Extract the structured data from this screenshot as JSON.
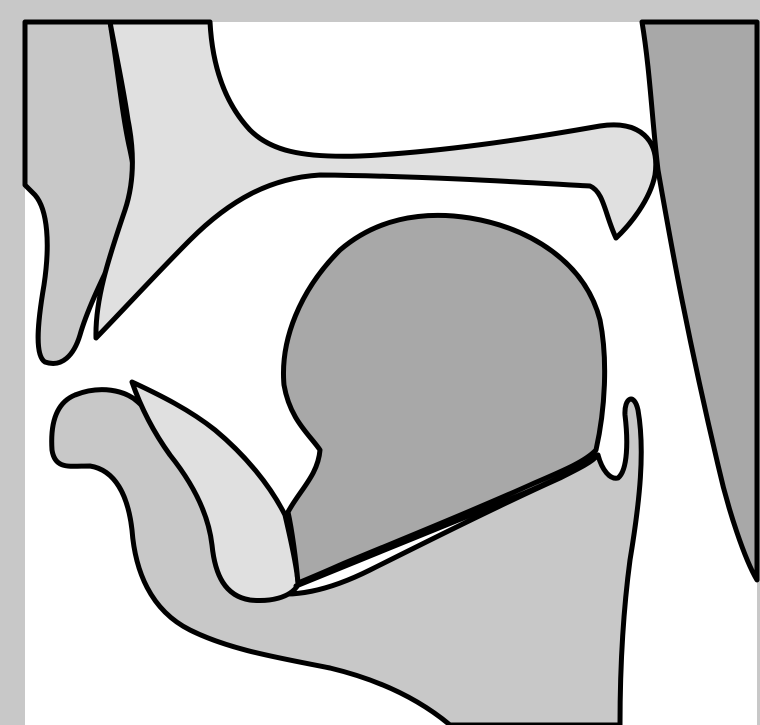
{
  "colors": {
    "frame": "#c8c8c8",
    "background": "#ffffff",
    "light_tissue": "#e0e0e0",
    "mid_tissue": "#c8c8c8",
    "dark_tissue": "#a8a8a8",
    "outline": "#000000"
  },
  "structures": [
    "upper-lip",
    "upper-teeth-palate",
    "pharynx-wall",
    "tongue",
    "lower-teeth",
    "lower-jaw",
    "epiglottis"
  ]
}
